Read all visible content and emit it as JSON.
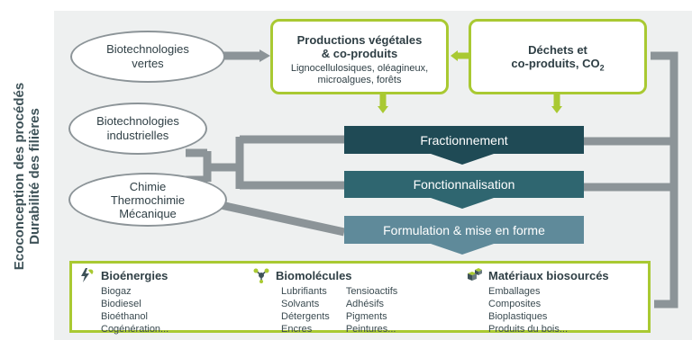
{
  "sidebar": {
    "line1": "Ecoconception des procédés",
    "line2": "Durabilité des filières"
  },
  "inputs": {
    "bio_vertes": "Biotechnologies\nvertes",
    "bio_industrielles": "Biotechnologies\nindustrielles",
    "chimie": "Chimie\nThermochimie\nMécanique"
  },
  "sources": {
    "productions_title": "Productions végétales\n& co-produits",
    "productions_sub": "Lignocellulosiques, oléagineux,\nmicroalgues, forêts",
    "dechets_title_line1": "Déchets et",
    "dechets_title_line2": "co-produits, CO",
    "dechets_subscript": "2"
  },
  "steps": {
    "fractionnement": "Fractionnement",
    "fonctionnalisation": "Fonctionnalisation",
    "formulation": "Formulation & mise en forme"
  },
  "outputs": {
    "bioenergies": {
      "title": "Bioénergies",
      "items": [
        "Biogaz",
        "Biodiesel",
        "Bioéthanol",
        "Cogénération..."
      ]
    },
    "biomolecules": {
      "title": "Biomolécules",
      "items_left": [
        "Lubrifiants",
        "Solvants",
        "Détergents",
        "Encres"
      ],
      "items_right": [
        "Tensioactifs",
        "Adhésifs",
        "Pigments",
        "Peintures..."
      ]
    },
    "materiaux": {
      "title": "Matériaux biosourcés",
      "items": [
        "Emballages",
        "Composites",
        "Bioplastiques",
        "Produits du bois..."
      ]
    }
  },
  "colors": {
    "green": "#a9c932",
    "gray": "#8c9498",
    "dark_teal": "#1f4a55",
    "mid_teal": "#2f6670",
    "light_teal": "#5f8a9a"
  }
}
